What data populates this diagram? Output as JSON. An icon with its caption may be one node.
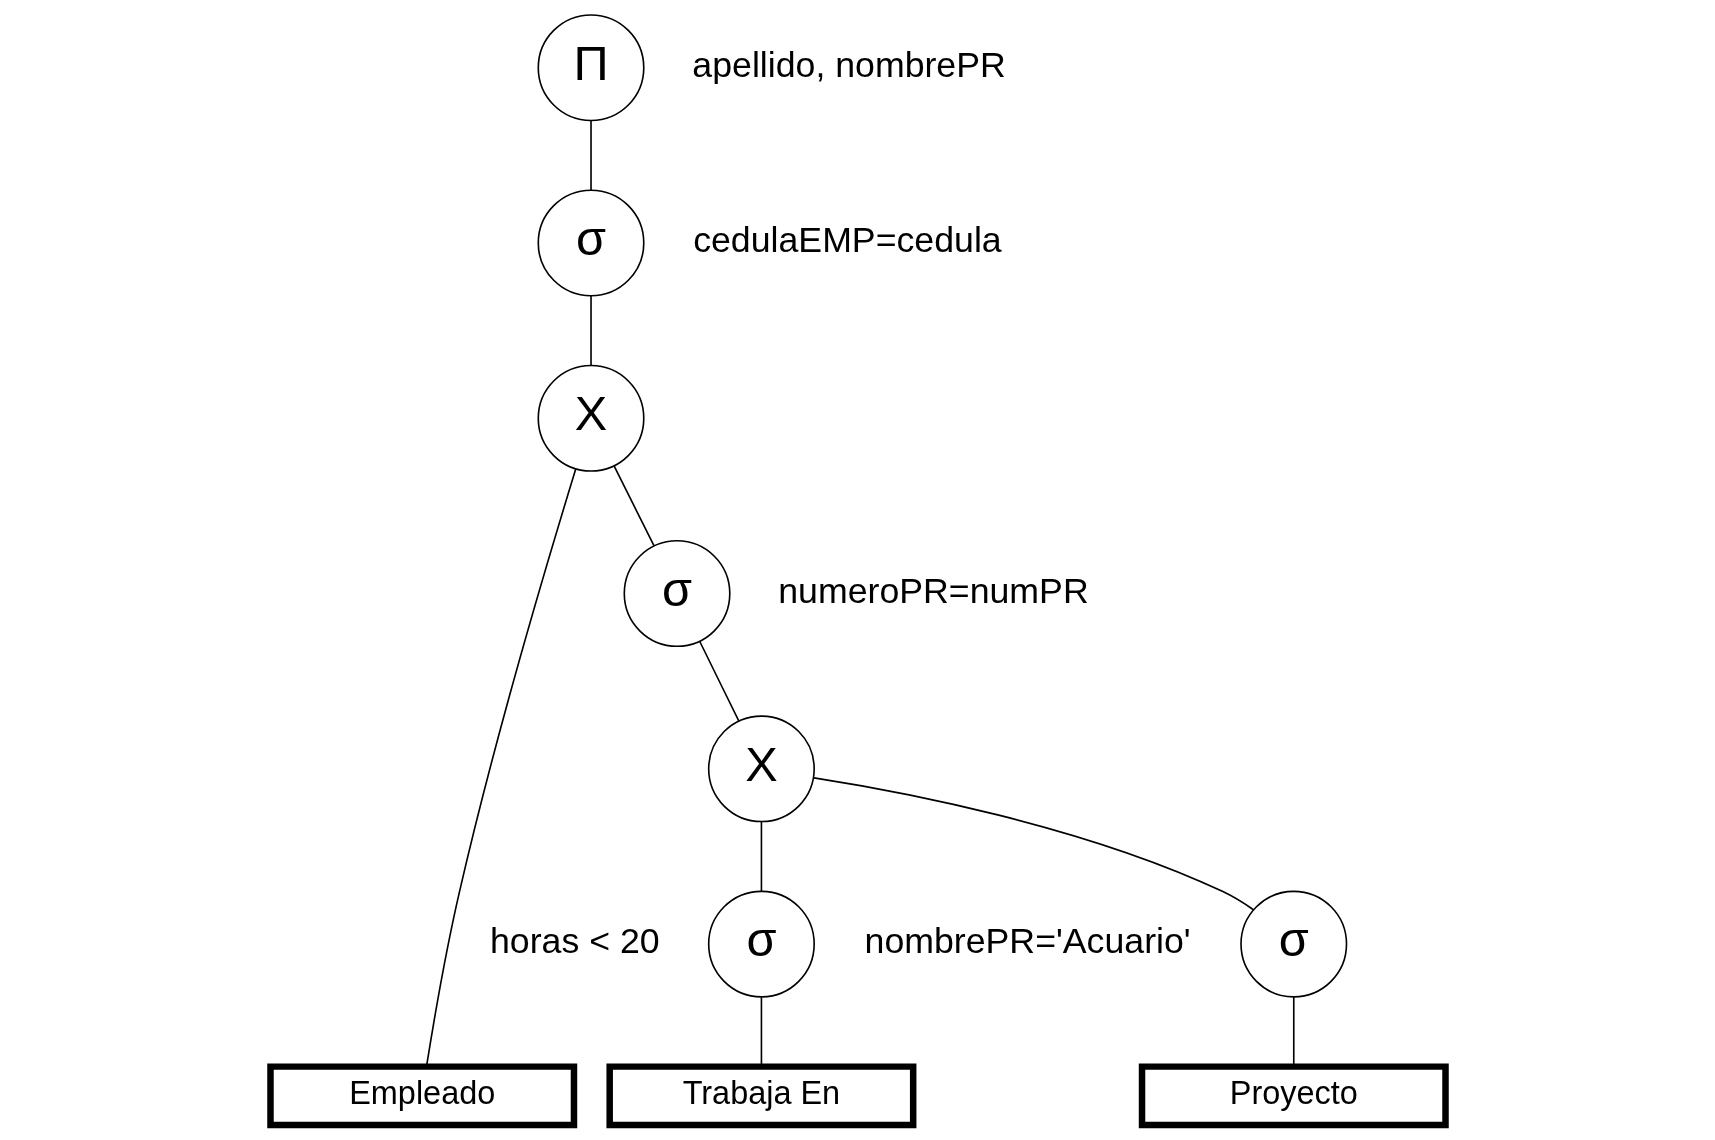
{
  "diagram": {
    "nodes": [
      {
        "text": [
          "Π"
        ],
        "beside": [
          "apellido, nombrePR"
        ]
      },
      {
        "text": [
          "σ"
        ],
        "beside": [
          "cedulaEMP=cedula"
        ]
      },
      {
        "text": [
          "X"
        ]
      },
      {
        "text": [
          "σ"
        ],
        "beside": [
          "numeroPR=numPR"
        ]
      },
      {
        "text": [
          "X"
        ]
      },
      {
        "text": [
          "σ"
        ],
        "beside": [
          "horas < 20"
        ]
      },
      {
        "text": [
          "σ"
        ],
        "beside": [
          "nombrePR='Acuario'"
        ]
      },
      {
        "text": [
          "Empleado"
        ]
      },
      {
        "text": [
          "Trabaja En"
        ]
      },
      {
        "text": [
          "Proyecto"
        ]
      }
    ],
    "edges": [
      {
        "from": 0,
        "to": 1,
        "arrow": "none"
      },
      {
        "from": 1,
        "to": 2,
        "arrow": "none"
      },
      {
        "from": 2,
        "to": 7,
        "arrow": "none"
      },
      {
        "from": 2,
        "to": 3,
        "arrow": "none"
      },
      {
        "from": 3,
        "to": 4,
        "arrow": "none"
      },
      {
        "from": 4,
        "to": 5,
        "arrow": "none"
      },
      {
        "from": 4,
        "to": 6,
        "arrow": "none"
      },
      {
        "from": 5,
        "to": 8,
        "arrow": "none"
      },
      {
        "from": 6,
        "to": 9,
        "arrow": "none"
      }
    ]
  }
}
